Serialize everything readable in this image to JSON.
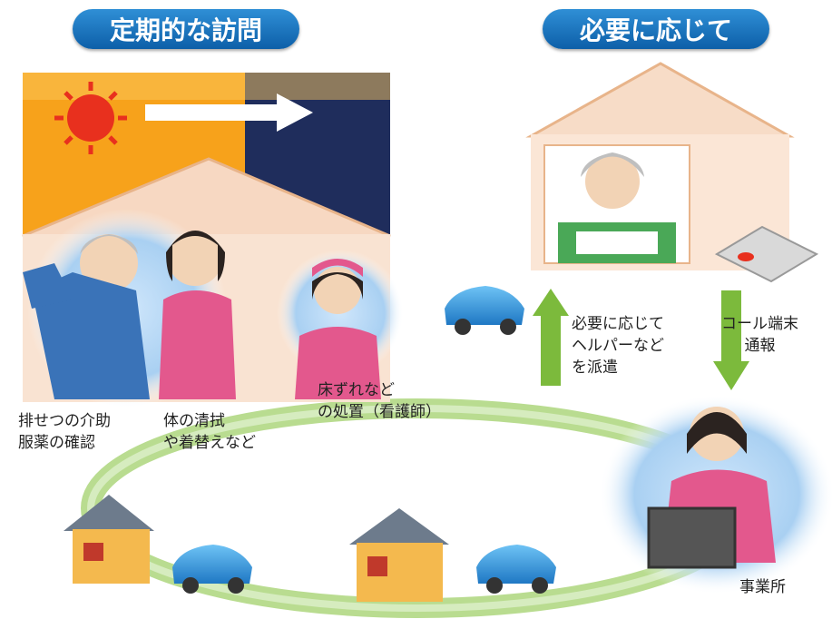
{
  "headers": {
    "left": "定期的な訪問",
    "right": "必要に応じて"
  },
  "labels": {
    "excretion": "排せつの介助\n服薬の確認",
    "bathing": "体の清拭\nや着替えなど",
    "bedsore": "床ずれなど\nの処置（看護師）",
    "dispatch": "必要に応じて\nヘルパーなど\nを派遣",
    "call": "コール端末\n通報",
    "office": "事業所"
  },
  "colors": {
    "header_blue": "#1a73c0",
    "arrow_green": "#7cba3c",
    "ring_green": "#a8d47a",
    "day_orange": "#f7a21b",
    "night_navy": "#1f2d5c",
    "house_pink": "#f7d8c2"
  }
}
